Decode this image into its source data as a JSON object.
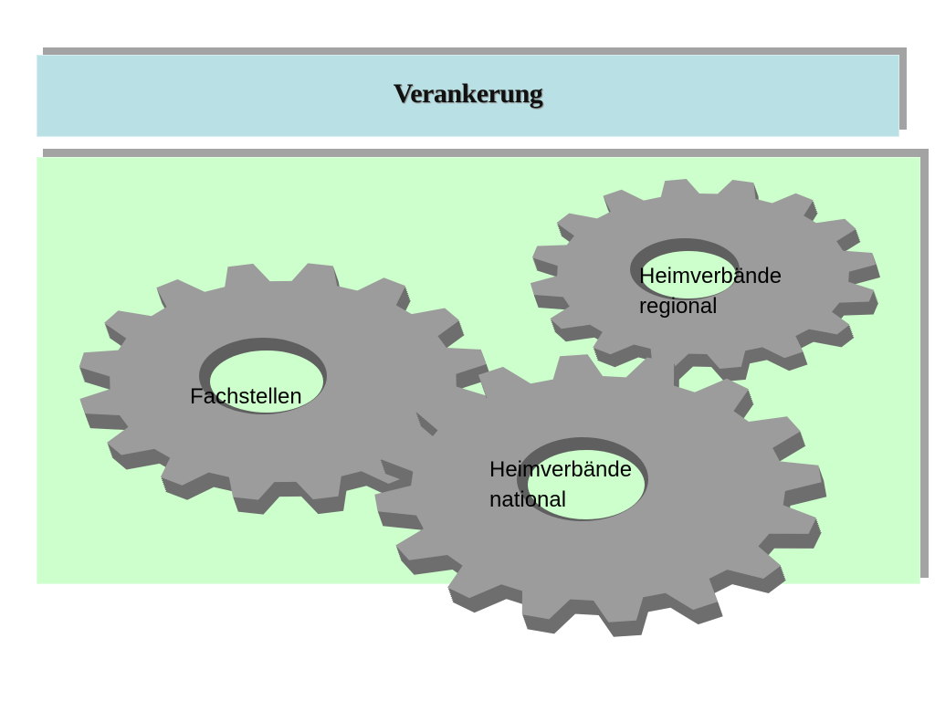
{
  "title": "Verankerung",
  "colors": {
    "title_bg": "#b9e0e4",
    "content_bg": "#ccffcc",
    "gear_face": "#9c9c9c",
    "gear_side": "#6e6e6e",
    "shadow": "#a3a3a3"
  },
  "gears": [
    {
      "id": "fachstellen",
      "label": "Fachstellen"
    },
    {
      "id": "regional",
      "label": "Heimverbände\nregional"
    },
    {
      "id": "national",
      "label": "Heimverbände\nnational"
    }
  ]
}
